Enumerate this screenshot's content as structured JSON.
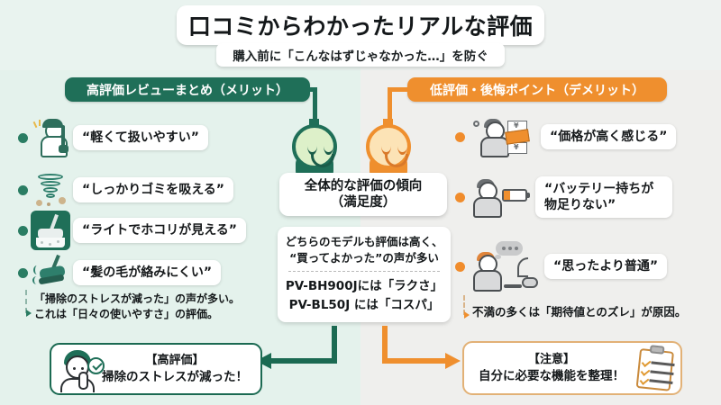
{
  "title": "口コミからわかったリアルな評価",
  "subtitle": "購入前に「こんなはずじゃなかった…」を防ぐ",
  "colors": {
    "merit_green": "#1f6f58",
    "demerit_orange": "#ef8f2e",
    "bg_left": "#e4f2ec",
    "bg_right": "#efefed",
    "card_white": "#ffffff",
    "text_dark": "#14181a"
  },
  "left_column": {
    "header": "高評価レビューまとめ（メリット）",
    "items": [
      {
        "icon": "woman-with-vacuum-icon",
        "text": "“軽くて扱いやすい”"
      },
      {
        "icon": "tornado-suction-icon",
        "text": "“しっかりゴミを吸える”"
      },
      {
        "icon": "vacuum-head-light-icon",
        "text": "“ライトでホコリが見える”"
      },
      {
        "icon": "vacuum-brush-icon",
        "text": "“髪の毛が絡みにくい”"
      }
    ],
    "footnote_line1": "「掃除のストレスが減った」の声が多い。",
    "footnote_line2": "これは「日々の使いやすさ」の評価。"
  },
  "right_column": {
    "header": "低評価・後悔ポイント（デメリット）",
    "items": [
      {
        "icon": "man-worried-money-icon",
        "text": "“価格が高く感じる”"
      },
      {
        "icon": "man-battery-icon",
        "text": "“バッテリー持ちが\n物足りない”",
        "line1": "“バッテリー持ちが",
        "line2": "物足りない”"
      },
      {
        "icon": "man-thinking-vacuum-icon",
        "text": "“思ったより普通”"
      }
    ],
    "footnote_line1": "不満の多くは「期待値とのズレ」が原因。"
  },
  "center": {
    "smiley_left_icon": "smiley-face-green-icon",
    "smiley_right_icon": "smiley-face-orange-icon",
    "label_line1": "全体的な評価の傾向",
    "label_line2": "（満足度）",
    "note_line1": "どちらのモデルも評価は高く、",
    "note_line2": "“買ってよかった”の声が多い",
    "model_line1": "PV-BH900Jには「ラクさ」",
    "model_line2": "PV-BL50J には「コスパ」"
  },
  "conclusions": {
    "left": {
      "icon": "thumbs-up-person-icon",
      "check_icon": "check-circle-icon",
      "line1": "【高評価】",
      "line2": "掃除のストレスが減った！"
    },
    "right": {
      "icon": "clipboard-checklist-icon",
      "line1": "【注意】",
      "line2": "自分に必要な機能を整理！"
    }
  }
}
